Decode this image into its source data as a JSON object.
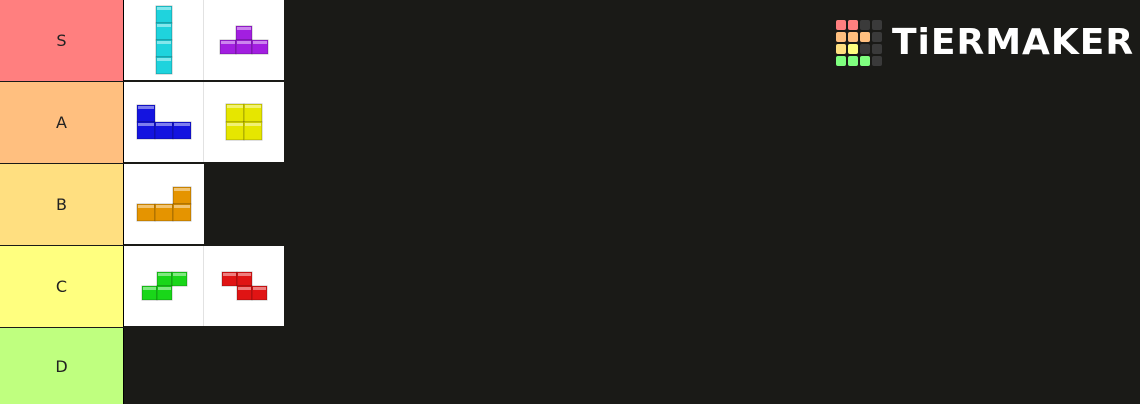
{
  "tiers": [
    {
      "label": "S",
      "color": "#ff7f7f",
      "pieces": [
        "I",
        "T"
      ]
    },
    {
      "label": "A",
      "color": "#ffbf7f",
      "pieces": [
        "J",
        "O"
      ]
    },
    {
      "label": "B",
      "color": "#ffdf80",
      "pieces": [
        "L"
      ]
    },
    {
      "label": "C",
      "color": "#ffff7f",
      "pieces": [
        "S",
        "Z"
      ]
    },
    {
      "label": "D",
      "color": "#bfff7f",
      "pieces": []
    }
  ],
  "piece_colors": {
    "I": "#1fd3dd",
    "T": "#a21fe0",
    "J": "#1414e0",
    "O": "#e6e600",
    "L": "#e59400",
    "S": "#19d619",
    "Z": "#e01414"
  },
  "logo": {
    "text": "TiERMAKER",
    "grid_colors": [
      "#ff7f7f",
      "#ff7f7f",
      "#3a3a3a",
      "#3a3a3a",
      "#ffbf7f",
      "#ffbf7f",
      "#ffbf7f",
      "#3a3a3a",
      "#ffdf80",
      "#ffff7f",
      "#3a3a3a",
      "#3a3a3a",
      "#7fff7f",
      "#7fff7f",
      "#7fff7f",
      "#3a3a3a"
    ]
  }
}
